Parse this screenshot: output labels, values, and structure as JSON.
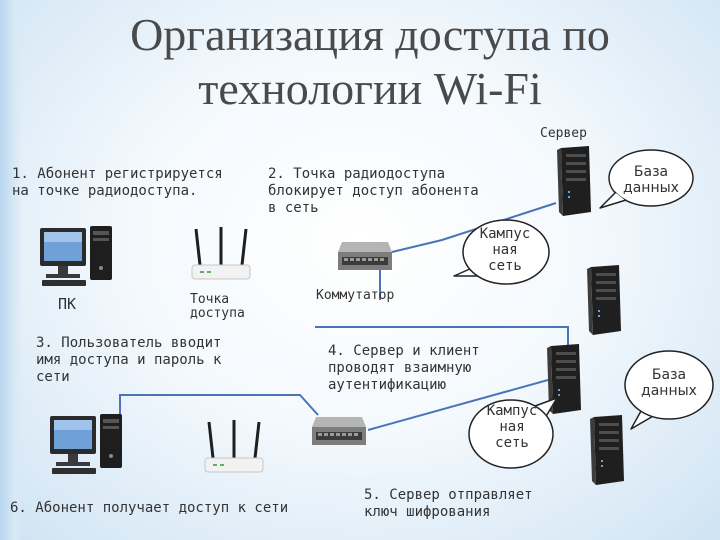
{
  "title": {
    "line1": "Организация доступа по",
    "line2": "технологии Wi-Fi"
  },
  "steps": {
    "step1": [
      "1. Абонент регистрируется",
      "на точке радиодоступа."
    ],
    "step2": [
      "2. Точка радиодоступа",
      "блокирует доступ абонента",
      "в сеть"
    ],
    "step3": [
      "3. Пользователь вводит",
      "имя доступа и пароль к",
      "сети"
    ],
    "step4": [
      "4. Сервер и клиент",
      "проводят взаимную",
      "аутентификацию"
    ],
    "step5": [
      "5. Сервер отправляет",
      "ключ шифрования"
    ],
    "step6": "6. Абонент получает доступ к сети"
  },
  "labels": {
    "server": "Сервер",
    "pc": "ПК",
    "access_point": [
      "Точка",
      "доступа"
    ],
    "switch": "Коммутатор"
  },
  "bubbles": {
    "database": [
      "База",
      "данных"
    ],
    "campus": [
      "Кампус",
      "ная",
      "сеть"
    ]
  },
  "colors": {
    "wire": "#4a74b8",
    "bubble_border": "#222222",
    "background": "#f4f9fd"
  },
  "icons": [
    "pc-icon",
    "access-point-icon",
    "network-switch-icon",
    "server-rack-icon"
  ]
}
